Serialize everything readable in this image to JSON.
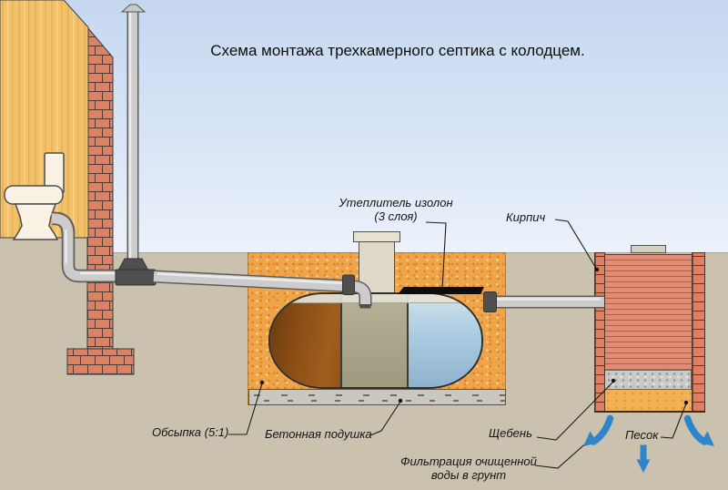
{
  "title": "Схема монтажа трехкамерного септика с колодцем.",
  "labels": {
    "insulation_line1": "Утеплитель изолон",
    "insulation_line2": "(3 слоя)",
    "brick": "Кирпич",
    "backfill": "Обсыпка (5:1)",
    "concrete_pad": "Бетонная подушка",
    "gravel": "Щебень",
    "filtration_line1": "Фильтрация очищенной",
    "filtration_line2": "воды в грунт",
    "sand": "Песок"
  },
  "colors": {
    "arrow_blue": "#2e86c8",
    "sand_backfill": "#f0a449",
    "brick": "#dd8165",
    "tank_chamber1_brown": "#8a4c18",
    "tank_chamber2_olive": "#a8a389",
    "tank_chamber3_blue": "#aacbe0",
    "sky": "#c5d7f0",
    "ground": "#cac1af"
  }
}
